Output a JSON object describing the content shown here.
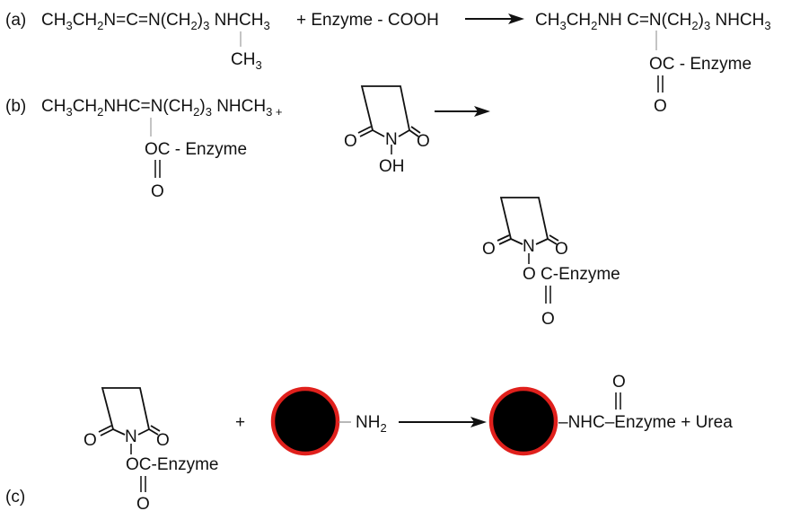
{
  "reaction_a": {
    "label": "(a)",
    "carbodiimide": {
      "part1": "CH",
      "sub1": "3",
      "part2": "CH",
      "sub2": "2",
      "part3": "N=C=N(CH",
      "sub3": "2",
      "part4": ")",
      "sub4": "3",
      "part5": " NHCH",
      "sub5": "3",
      "methyl": "CH",
      "methyl_sub": "3"
    },
    "plus_enzyme": "+ Enzyme - COOH",
    "product": {
      "part1": "CH",
      "sub1": "3",
      "part2": "CH",
      "sub2": "2",
      "part3": "NH C=N(CH",
      "sub3": "2",
      "part4": ")",
      "sub4": "3",
      "part5": " NHCH",
      "sub5": "3",
      "oc": "OC - Enzyme",
      "o": "O"
    }
  },
  "reaction_b": {
    "label": "(b)",
    "intermediate": {
      "part1": "CH",
      "sub1": "3",
      "part2": "CH",
      "sub2": "2",
      "part3": "NHC=N(CH",
      "sub3": "2",
      "part4": ")",
      "sub4": "3",
      "part5": " NHCH",
      "sub5": "3 +",
      "oc": "OC - Enzyme",
      "o": "O"
    },
    "nhs": {
      "o_left": "O",
      "n": "N",
      "o_right": "O",
      "oh": "OH"
    },
    "ester": {
      "o_left": "O",
      "n": "N",
      "o_right": "O",
      "oc": "O C-Enzyme",
      "o": "O"
    }
  },
  "reaction_c": {
    "label": "(c)",
    "ester": {
      "o_left": "O",
      "n": "N",
      "o_right": "O",
      "oc": "OC-Enzyme",
      "o": "O"
    },
    "plus": "+",
    "amine": "NH",
    "amine_sub": "2",
    "product_o": "O",
    "product": "–NHC–Enzyme + Urea"
  },
  "colors": {
    "bead_fill": "#000000",
    "bead_ring": "#e0201c",
    "ink": "#111111"
  }
}
